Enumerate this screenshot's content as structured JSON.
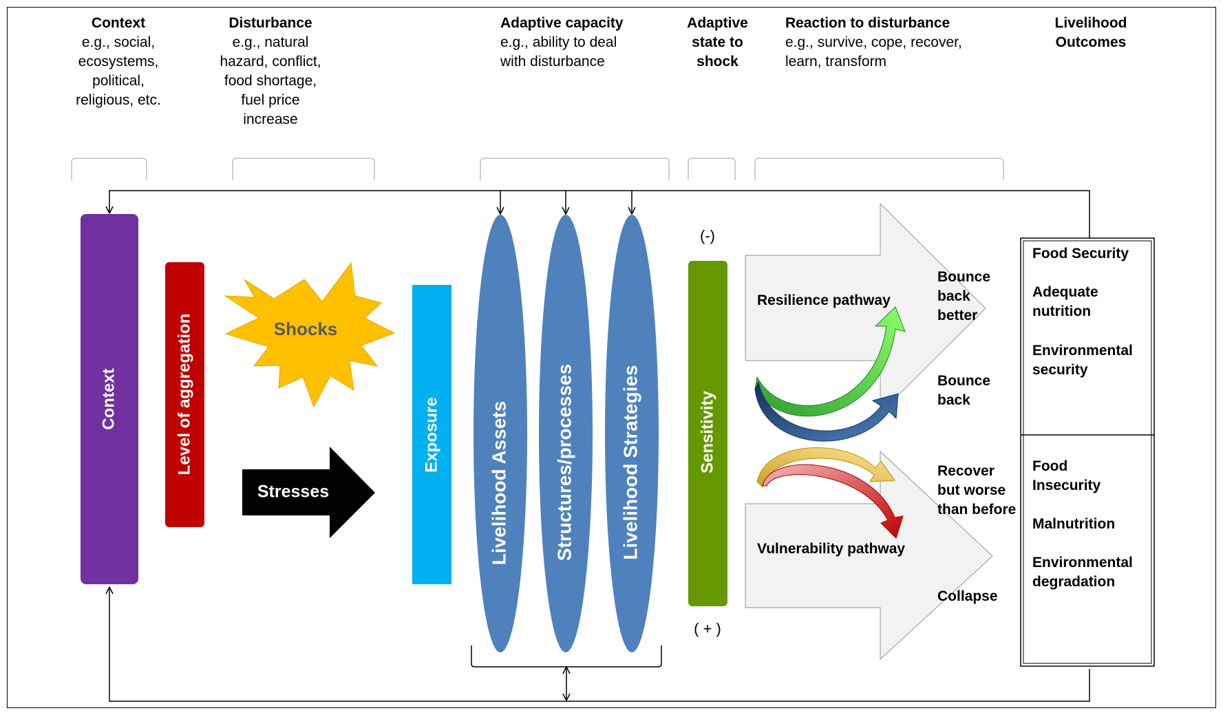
{
  "headers": {
    "context": {
      "title": "Context",
      "desc": "e.g., social, ecosystems, political, religious, etc."
    },
    "disturbance": {
      "title": "Disturbance",
      "desc": "e.g., natural hazard, conflict, food shortage, fuel price increase"
    },
    "adaptive_capacity": {
      "title": "Adaptive capacity",
      "desc": "e.g., ability to deal with disturbance"
    },
    "adaptive_state": {
      "title": "Adaptive state to shock",
      "desc": ""
    },
    "reaction": {
      "title": "Reaction to disturbance",
      "desc": "e.g., survive, cope, recover, learn, transform"
    },
    "outcomes": {
      "title": "Livelihood Outcomes",
      "desc": ""
    }
  },
  "bars": {
    "context": "Context",
    "aggregation": "Level of aggregation",
    "exposure": "Exposure",
    "sensitivity": "Sensitivity"
  },
  "ellipses": {
    "assets": "Livelihood Assets",
    "structures": "Structures/processes",
    "strategies": "Livelihood Strategies"
  },
  "disturbances": {
    "shocks": "Shocks",
    "stresses": "Stresses"
  },
  "sensitivity_signs": {
    "top": "(-)",
    "bottom": "( + )"
  },
  "pathways": {
    "resilience": "Resilience pathway",
    "vulnerability": "Vulnerability pathway"
  },
  "reactions": {
    "bounce_back_better": "Bounce back better",
    "bounce_back": "Bounce back",
    "recover_worse": "Recover but worse than before",
    "collapse": "Collapse"
  },
  "outcomes": {
    "positive": [
      "Food Security",
      "Adequate nutrition",
      "Environmental security"
    ],
    "negative": [
      "Food Insecurity",
      "Malnutrition",
      "Environmental degradation"
    ]
  },
  "colors": {
    "context": "#7030a0",
    "aggregation": "#c00000",
    "shocks": "#ffc000",
    "shocks_text": "#595959",
    "stresses": "#000000",
    "exposure": "#00b0f0",
    "ellipse": "#4f81bd",
    "sensitivity": "#669900",
    "pathway_fill": "#f2f2f2",
    "arrow_green": "#4ed34e",
    "arrow_blue": "#1f4e79",
    "arrow_yellow": "#ffd966",
    "arrow_red": "#c00000"
  }
}
